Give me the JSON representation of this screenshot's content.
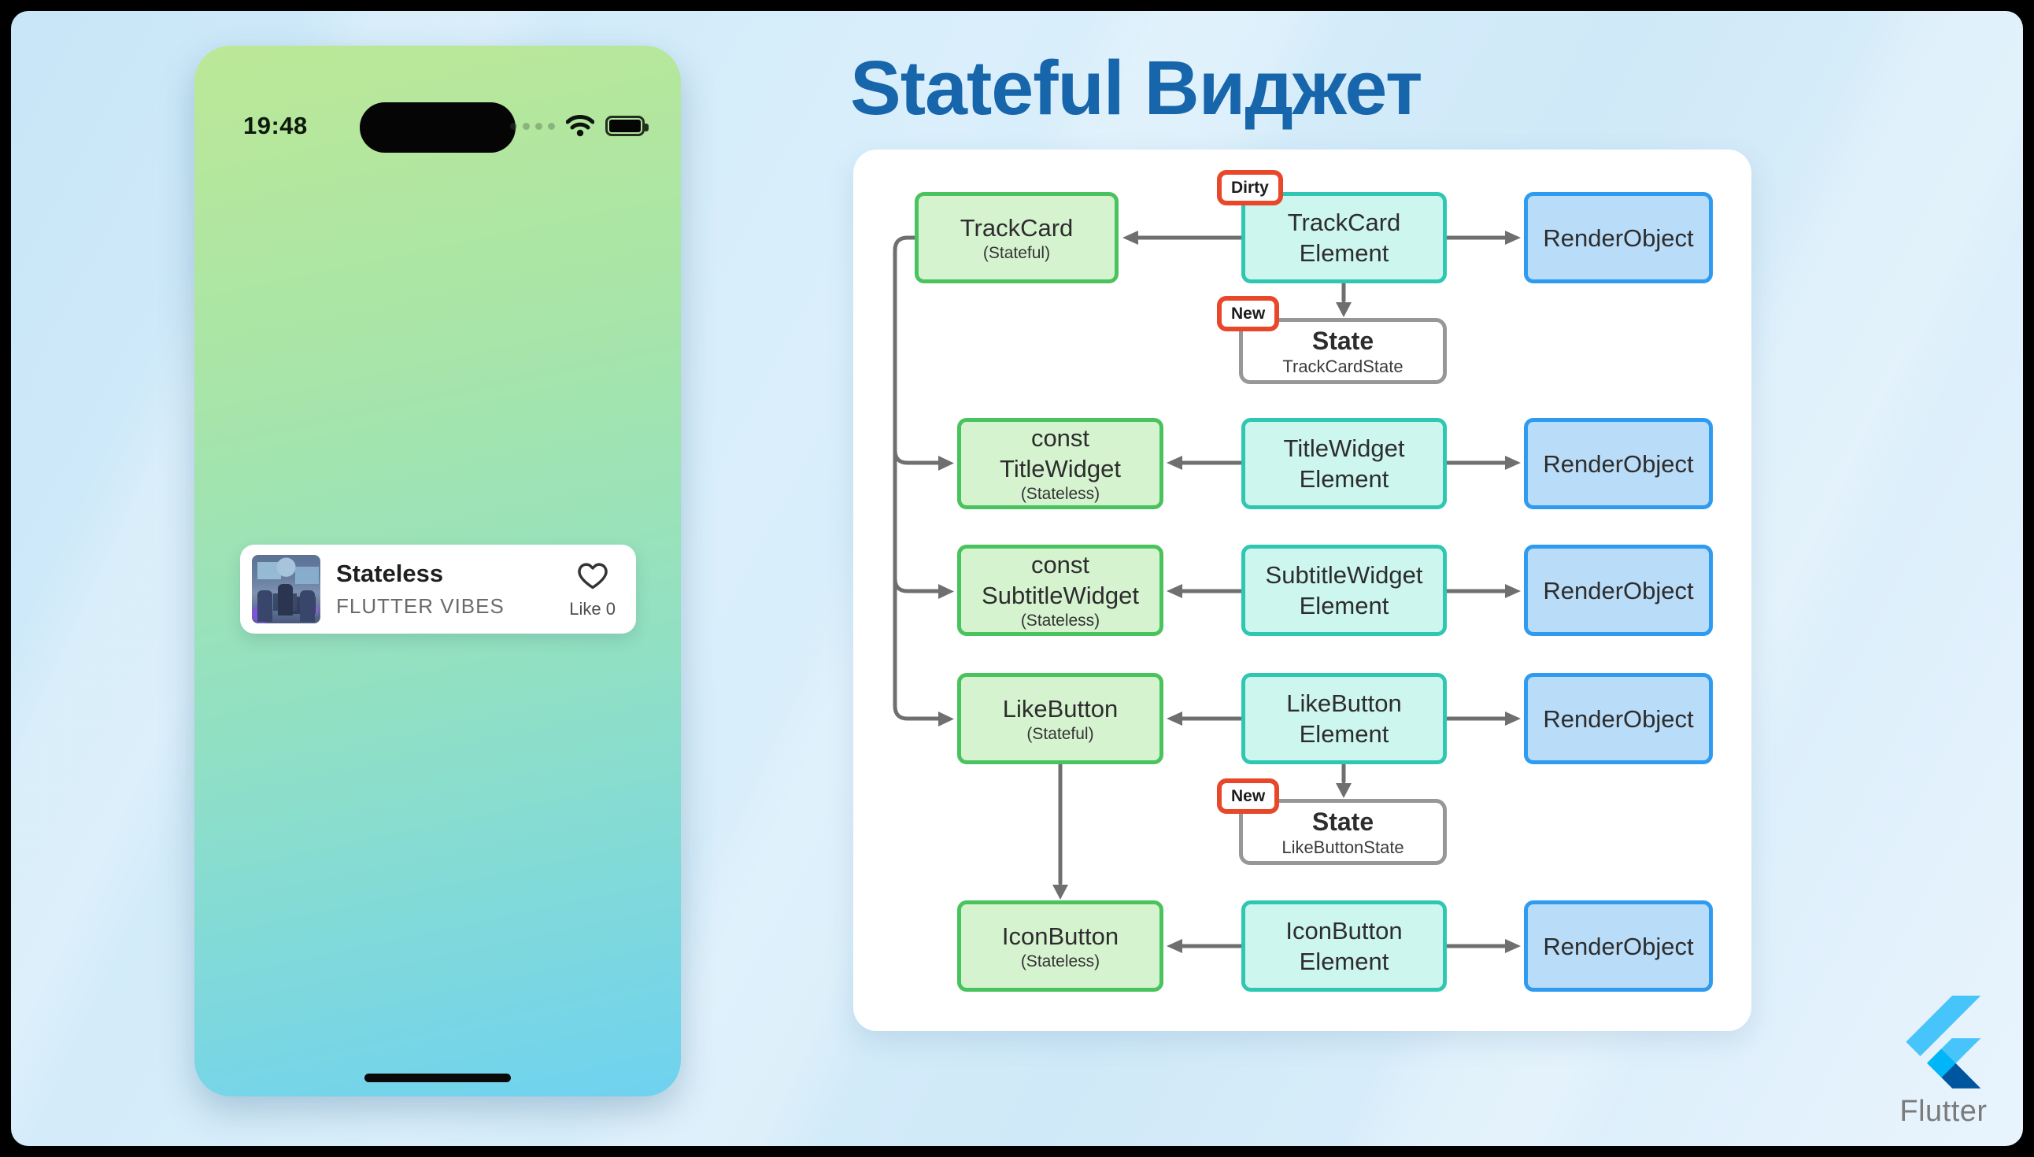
{
  "slide": {
    "title": "Stateful Виджет"
  },
  "phone": {
    "status": {
      "time": "19:48"
    },
    "card": {
      "title": "Stateless",
      "subtitle": "FLUTTER VIBES",
      "like_label": "Like 0"
    }
  },
  "diagram": {
    "badges": {
      "dirty": "Dirty",
      "new_track": "New",
      "new_like": "New"
    },
    "rows": [
      {
        "widget": {
          "line1": "TrackCard",
          "line2": "",
          "sub": "(Stateful)"
        },
        "element": {
          "line1": "TrackCard",
          "line2": "Element"
        },
        "render": "RenderObject"
      },
      {
        "widget": {
          "line1": "const",
          "line2": "TitleWidget",
          "sub": "(Stateless)"
        },
        "element": {
          "line1": "TitleWidget",
          "line2": "Element"
        },
        "render": "RenderObject"
      },
      {
        "widget": {
          "line1": "const",
          "line2": "SubtitleWidget",
          "sub": "(Stateless)"
        },
        "element": {
          "line1": "SubtitleWidget",
          "line2": "Element"
        },
        "render": "RenderObject"
      },
      {
        "widget": {
          "line1": "LikeButton",
          "line2": "",
          "sub": "(Stateful)"
        },
        "element": {
          "line1": "LikeButton",
          "line2": "Element"
        },
        "render": "RenderObject"
      },
      {
        "widget": {
          "line1": "IconButton",
          "line2": "",
          "sub": "(Stateless)"
        },
        "element": {
          "line1": "IconButton",
          "line2": "Element"
        },
        "render": "RenderObject"
      }
    ],
    "states": [
      {
        "title": "State",
        "sub": "TrackCardState"
      },
      {
        "title": "State",
        "sub": "LikeButtonState"
      }
    ]
  },
  "footer": {
    "brand": "Flutter"
  },
  "colors": {
    "title_blue": "#1765ab",
    "widget_green_border": "#49c35e",
    "widget_green_fill": "#d6f3d0",
    "element_teal_border": "#2fc7b2",
    "element_teal_fill": "#cdf6ee",
    "render_blue_border": "#2e9bf0",
    "render_blue_fill": "#b9dcf8",
    "state_gray_border": "#979797",
    "badge_red": "#e8472a",
    "arrow_gray": "#6f6f6f"
  }
}
